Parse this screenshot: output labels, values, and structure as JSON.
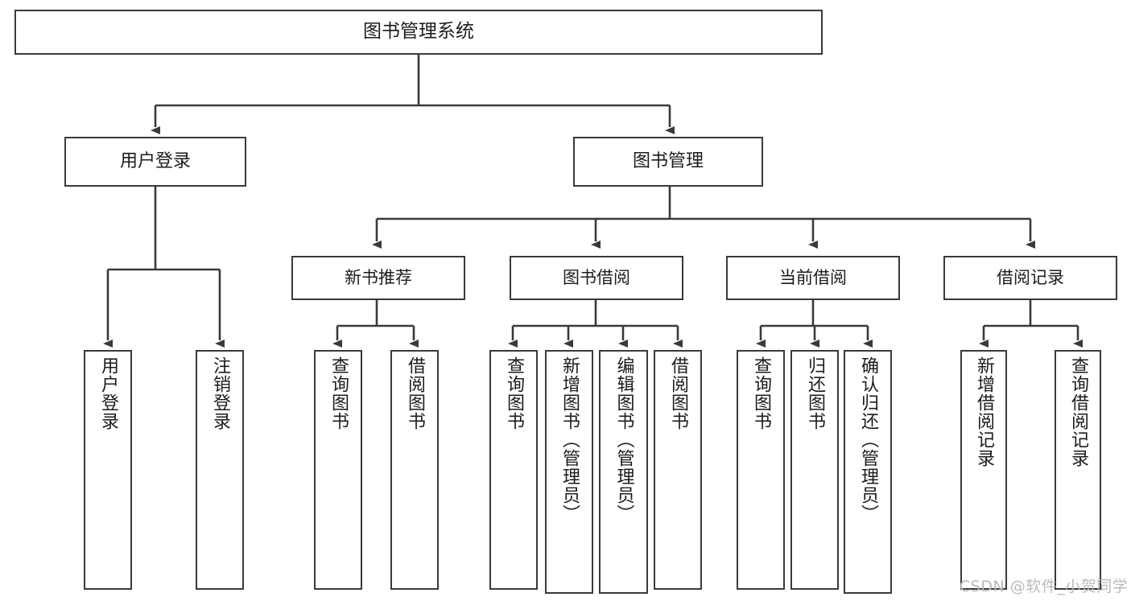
{
  "diagram": {
    "title": "图书管理系统",
    "type": "tree-hierarchy-chart",
    "watermark": "CSDN @软件_小贺同学",
    "colors": {
      "box_border": "#3a3a3a",
      "connector": "#3a3a3a",
      "background": "#ffffff",
      "text": "#1c1c1c",
      "watermark": "#b9b9b9"
    },
    "root": {
      "label": "图书管理系统"
    },
    "level1": [
      {
        "label": "用户登录"
      },
      {
        "label": "图书管理"
      }
    ],
    "level2": [
      {
        "label": "新书推荐"
      },
      {
        "label": "图书借阅"
      },
      {
        "label": "当前借阅"
      },
      {
        "label": "借阅记录"
      }
    ],
    "leaves": {
      "user_login": [
        {
          "label": "用户登录"
        },
        {
          "label": "注销登录"
        }
      ],
      "new_book_recommend": [
        {
          "label": "查询图书"
        },
        {
          "label": "借阅图书"
        }
      ],
      "book_borrow": [
        {
          "label": "查询图书"
        },
        {
          "label": "新增图书（管理员）"
        },
        {
          "label": "编辑图书（管理员）"
        },
        {
          "label": "借阅图书"
        }
      ],
      "current_borrow": [
        {
          "label": "查询图书"
        },
        {
          "label": "归还图书"
        },
        {
          "label": "确认归还（管理员）"
        }
      ],
      "borrow_record": [
        {
          "label": "新增借阅记录"
        },
        {
          "label": "查询借阅记录"
        }
      ]
    }
  }
}
